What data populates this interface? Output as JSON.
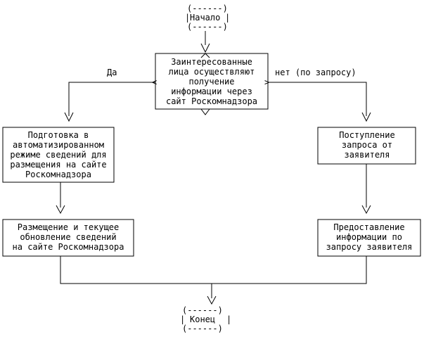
{
  "diagram": {
    "start": {
      "top": "(------)",
      "label": "Начало",
      "bottom": "(------)"
    },
    "decision": {
      "lines": [
        "Заинтересованные",
        "лица осуществляют",
        "получение",
        "информации через",
        "сайт Роскомнадзора"
      ],
      "left_marker": "<",
      "right_marker": ">"
    },
    "branch_yes": "Да",
    "branch_no": "нет (по запросу)",
    "left_box_1": {
      "lines": [
        "Подготовка в",
        "автоматизированном",
        "режиме сведений для",
        "размещения на сайте",
        "Роскомнадзора"
      ]
    },
    "left_box_2": {
      "lines": [
        "Размещение и текущее",
        "обновление сведений",
        "на сайте Роскомнадзора"
      ]
    },
    "right_box_1": {
      "lines": [
        "Поступление",
        "запроса от",
        "заявителя"
      ]
    },
    "right_box_2": {
      "lines": [
        "Предоставление",
        "информации по",
        "запросу заявителя"
      ]
    },
    "end": {
      "top": "(------)",
      "label": "Конец",
      "bottom": "(------)"
    }
  }
}
